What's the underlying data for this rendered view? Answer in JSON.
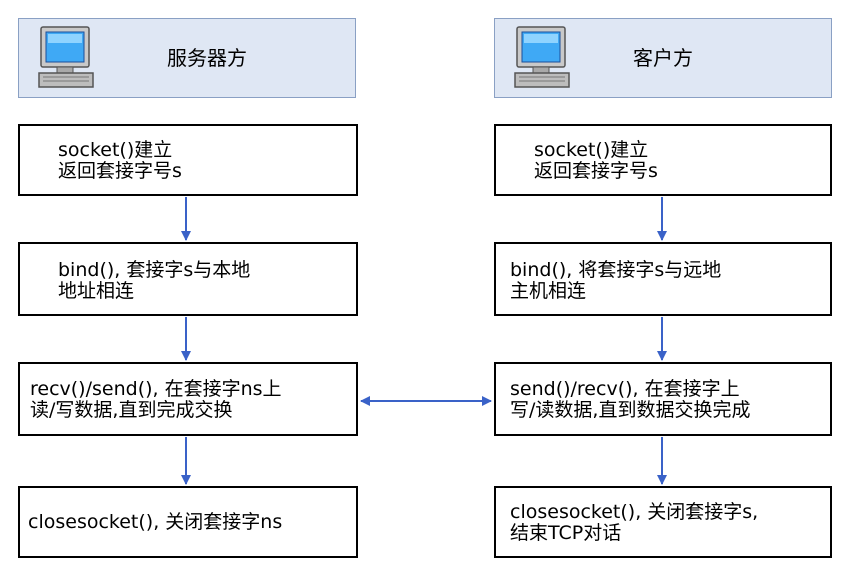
{
  "server": {
    "title": "服务器方",
    "icon": "computer-icon",
    "steps": [
      {
        "line1": "socket()建立",
        "line2": "返回套接字号s"
      },
      {
        "line1": "bind(), 套接字s与本地",
        "line2": "地址相连"
      },
      {
        "line1": "recv()/send(), 在套接字ns上",
        "line2": "读/写数据,直到完成交换"
      },
      {
        "line1": "closesocket(), 关闭套接字ns",
        "line2": ""
      }
    ]
  },
  "client": {
    "title": "客户方",
    "icon": "computer-icon",
    "steps": [
      {
        "line1": "socket()建立",
        "line2": "返回套接字号s"
      },
      {
        "line1": "bind(), 将套接字s与远地",
        "line2": "主机相连"
      },
      {
        "line1": "send()/recv(), 在套接字上",
        "line2": "写/读数据,直到数据交换完成"
      },
      {
        "line1": "closesocket(), 关闭套接字s,",
        "line2": "结束TCP对话"
      }
    ]
  },
  "colors": {
    "arrow": "#3a62c8",
    "header_bg": "#dfe7f4",
    "header_border": "#8aa0c4",
    "box_border": "#000000"
  }
}
